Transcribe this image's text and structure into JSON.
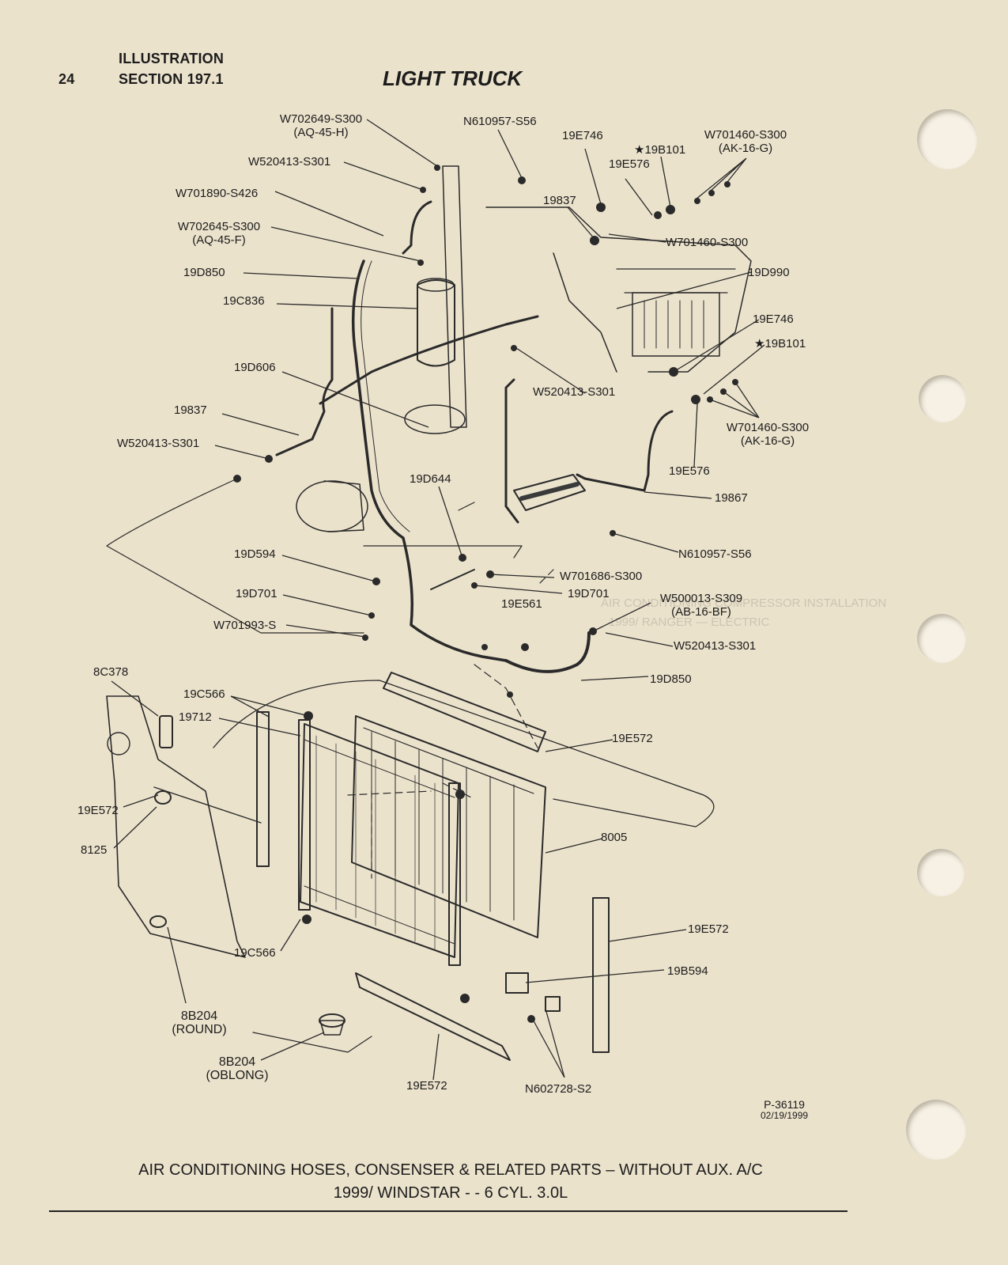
{
  "header": {
    "page_number": "24",
    "illustration": "ILLUSTRATION",
    "section": "SECTION 197.1",
    "title": "LIGHT TRUCK"
  },
  "callouts": {
    "W702649_S300": "W702649-S300",
    "AQ_45_H": "(AQ-45-H)",
    "N610957_S56_top": "N610957-S56",
    "19E746_top": "19E746",
    "19B101_top": "★19B101",
    "W701460_S300_top": "W701460-S300",
    "AK_16_G_top": "(AK-16-G)",
    "W520413_S301_a": "W520413-S301",
    "19E576_top": "19E576",
    "W701890_S426": "W701890-S426",
    "19837_top": "19837",
    "W702645_S300": "W702645-S300",
    "AQ_45_F": "(AQ-45-F)",
    "W701460_S300_mid": "W701460-S300",
    "19D850_left": "19D850",
    "19D990": "19D990",
    "19C836": "19C836",
    "19E746_right": "19E746",
    "19B101_right": "★19B101",
    "19D606": "19D606",
    "W520413_S301_b": "W520413-S301",
    "19837_left": "19837",
    "W701460_S300_right": "W701460-S300",
    "AK_16_G_right": "(AK-16-G)",
    "W520413_S301_c": "W520413-S301",
    "19E576_right": "19E576",
    "19D644": "19D644",
    "19867": "19867",
    "N610957_S56_right": "N610957-S56",
    "19D594": "19D594",
    "W701686_S300": "W701686-S300",
    "19D701_left": "19D701",
    "19D701_right": "19D701",
    "19E561": "19E561",
    "W500013_S309": "W500013-S309",
    "AB_16_BF": "(AB-16-BF)",
    "W701993_S": "W701993-S",
    "W520413_S301_d": "W520413-S301",
    "8C378": "8C378",
    "19D850_right": "19D850",
    "19C566_top": "19C566",
    "19712": "19712",
    "19E572_upper": "19E572",
    "19E572_left": "19E572",
    "8005": "8005",
    "8125": "8125",
    "19E572_right": "19E572",
    "19C566_bottom": "19C566",
    "19B594": "19B594",
    "8B204_round": "8B204",
    "round": "(ROUND)",
    "8B204_oblong": "8B204",
    "oblong": "(OBLONG)",
    "19E572_bottom": "19E572",
    "N602728_S2": "N602728-S2"
  },
  "figure_id": {
    "number": "P-36119",
    "date": "02/19/1999"
  },
  "caption": {
    "line1": "AIR CONDITIONING HOSES, CONSENSER & RELATED PARTS – WITHOUT AUX. A/C",
    "line2": "1999/ WINDSTAR - - 6 CYL. 3.0L"
  }
}
